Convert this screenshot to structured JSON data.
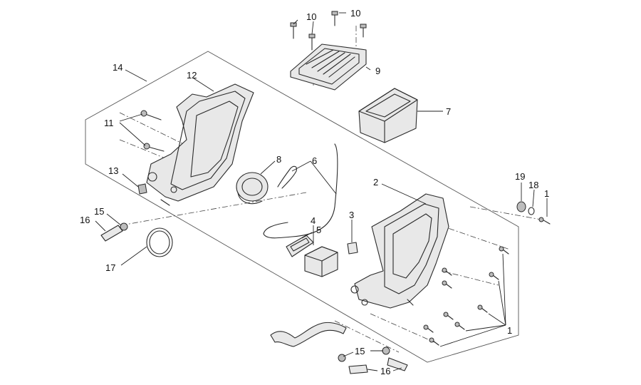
{
  "diagram": {
    "callouts": [
      {
        "id": "c10a",
        "text": "10"
      },
      {
        "id": "c10b",
        "text": "10"
      },
      {
        "id": "c9",
        "text": "9"
      },
      {
        "id": "c7",
        "text": "7"
      },
      {
        "id": "c14",
        "text": "14"
      },
      {
        "id": "c12",
        "text": "12"
      },
      {
        "id": "c11",
        "text": "11"
      },
      {
        "id": "c13",
        "text": "13"
      },
      {
        "id": "c8",
        "text": "8"
      },
      {
        "id": "c6",
        "text": "6"
      },
      {
        "id": "c2",
        "text": "2"
      },
      {
        "id": "c19",
        "text": "19"
      },
      {
        "id": "c18",
        "text": "18"
      },
      {
        "id": "c1a",
        "text": "1"
      },
      {
        "id": "c15a",
        "text": "15"
      },
      {
        "id": "c16a",
        "text": "16"
      },
      {
        "id": "c3",
        "text": "3"
      },
      {
        "id": "c4",
        "text": "4"
      },
      {
        "id": "c5",
        "text": "5"
      },
      {
        "id": "c17",
        "text": "17"
      },
      {
        "id": "c1b",
        "text": "1"
      },
      {
        "id": "c15b",
        "text": "15"
      },
      {
        "id": "c16b",
        "text": "16"
      }
    ]
  }
}
